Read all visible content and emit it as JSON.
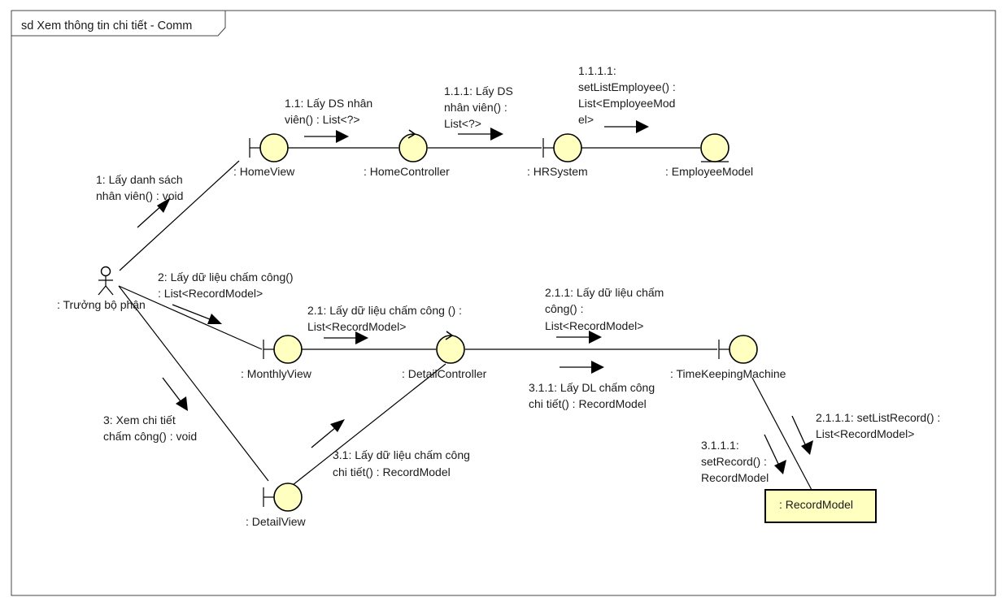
{
  "frame": {
    "keyword": "sd",
    "title": "Xem thông tin chi tiết - Comm"
  },
  "nodes": {
    "actor": {
      "label": ": Trưởng bộ phận"
    },
    "home_view": {
      "label": ": HomeView"
    },
    "home_controller": {
      "label": ": HomeController"
    },
    "hr_system": {
      "label": ": HRSystem"
    },
    "employee_model": {
      "label": ": EmployeeModel"
    },
    "monthly_view": {
      "label": ": MonthlyView"
    },
    "detail_controller": {
      "label": ": DetailController"
    },
    "timekeeping_machine": {
      "label": ": TimeKeepingMachine"
    },
    "detail_view": {
      "label": ": DetailView"
    },
    "record_model": {
      "label": ": RecordModel"
    }
  },
  "messages": {
    "m1": [
      "1: Lấy danh sách",
      "nhân viên() : void"
    ],
    "m1_1": [
      "1.1: Lấy DS nhân",
      "viên() : List<?>"
    ],
    "m1_1_1": [
      "1.1.1: Lấy DS",
      "nhân viên() :",
      "List<?>"
    ],
    "m1_1_1_1": [
      "1.1.1.1:",
      "setListEmployee() :",
      "List<EmployeeMod",
      "el>"
    ],
    "m2": [
      "2: Lấy dữ liệu chấm công()",
      ": List<RecordModel>"
    ],
    "m2_1": [
      "2.1: Lấy dữ liệu chấm công () :",
      "List<RecordModel>"
    ],
    "m2_1_1": [
      "2.1.1: Lấy dữ liệu chấm",
      "công() :",
      "List<RecordModel>"
    ],
    "m2_1_1_1": [
      "2.1.1.1: setListRecord() :",
      "List<RecordModel>"
    ],
    "m3": [
      "3: Xem chi tiết",
      "chấm công() : void"
    ],
    "m3_1": [
      "3.1: Lấy dữ liệu chấm công",
      "chi tiết() : RecordModel"
    ],
    "m3_1_1": [
      "3.1.1: Lấy DL chấm công",
      "chi tiết() : RecordModel"
    ],
    "m3_1_1_1": [
      "3.1.1.1:",
      "setRecord() :",
      "RecordModel"
    ]
  }
}
